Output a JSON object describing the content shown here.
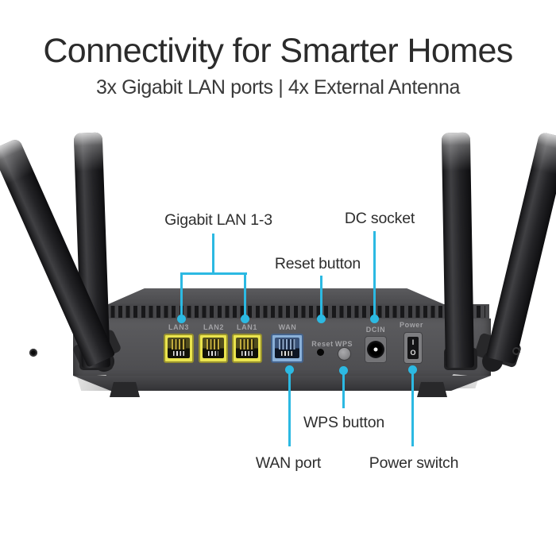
{
  "header": {
    "title": "Connectivity for Smarter Homes",
    "subtitle": "3x Gigabit LAN ports | 4x External Antenna"
  },
  "callouts": {
    "gigabit_lan": "Gigabit LAN 1-3",
    "dc_socket": "DC socket",
    "reset_button": "Reset button",
    "wps_button": "WPS button",
    "wan_port": "WAN port",
    "power_switch": "Power switch"
  },
  "panel_labels": {
    "lan3": "LAN3",
    "lan2": "LAN2",
    "lan1": "LAN1",
    "wan": "WAN",
    "reset": "Reset",
    "wps": "WPS",
    "dcin": "DCIN",
    "power": "Power",
    "power_on": "I",
    "power_off": "O"
  },
  "colors": {
    "accent": "#2cb9e2",
    "lan_port_yellow": "#eae44e",
    "wan_port_blue": "#8ab0d8",
    "body_gray": "#525255",
    "text": "#2e2e2e",
    "background": "#ffffff"
  }
}
